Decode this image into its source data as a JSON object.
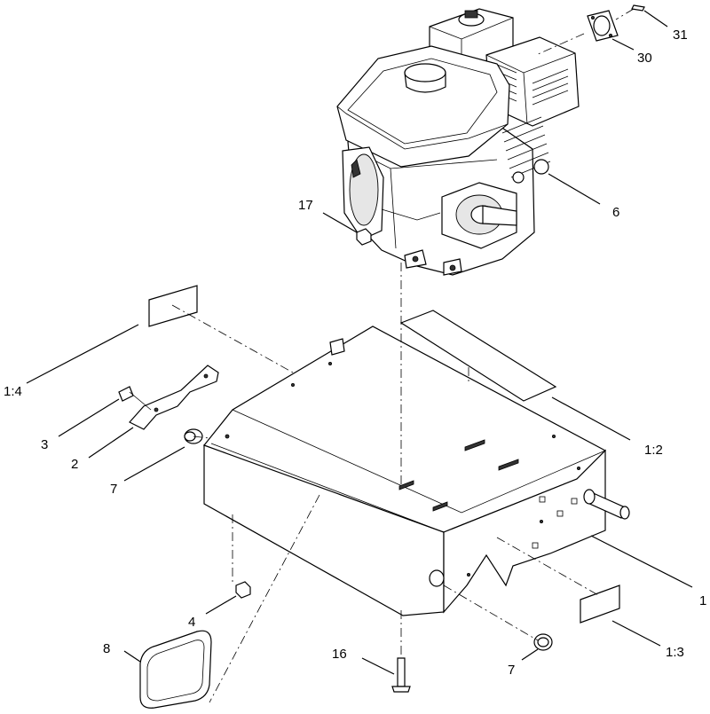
{
  "callouts": {
    "c31": "31",
    "c30": "30",
    "c6": "6",
    "c17": "17",
    "c1_4": "1:4",
    "c1_2": "1:2",
    "c3": "3",
    "c2": "2",
    "c7a": "7",
    "c1": "1",
    "c4": "4",
    "c1_3": "1:3",
    "c8": "8",
    "c16": "16",
    "c7b": "7"
  }
}
